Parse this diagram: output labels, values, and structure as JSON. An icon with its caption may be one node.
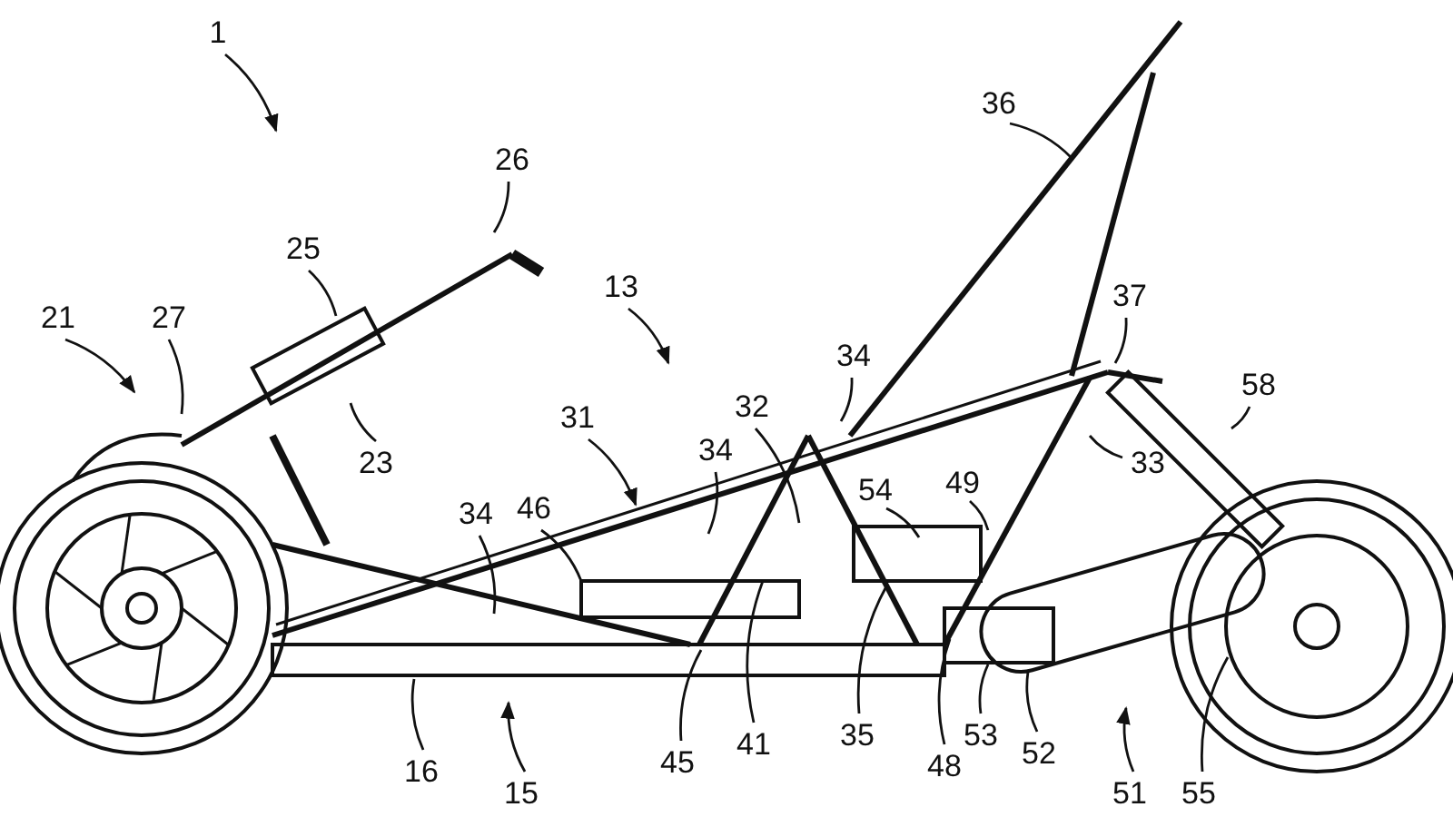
{
  "diagram": {
    "nodes": [
      {
        "text": [
          "1"
        ]
      },
      {
        "text": [
          "36"
        ]
      },
      {
        "text": [
          "26"
        ]
      },
      {
        "text": [
          "25"
        ]
      },
      {
        "text": [
          "37"
        ]
      },
      {
        "text": [
          "13"
        ]
      },
      {
        "text": [
          "21"
        ]
      },
      {
        "text": [
          "27"
        ]
      },
      {
        "text": [
          "34"
        ]
      },
      {
        "text": [
          "58"
        ]
      },
      {
        "text": [
          "32"
        ]
      },
      {
        "text": [
          "31"
        ]
      },
      {
        "text": [
          "34"
        ]
      },
      {
        "text": [
          "23"
        ]
      },
      {
        "text": [
          "33"
        ]
      },
      {
        "text": [
          "54"
        ]
      },
      {
        "text": [
          "49"
        ]
      },
      {
        "text": [
          "46"
        ]
      },
      {
        "text": [
          "34"
        ]
      },
      {
        "text": [
          "35"
        ]
      },
      {
        "text": [
          "53"
        ]
      },
      {
        "text": [
          "41"
        ]
      },
      {
        "text": [
          "52"
        ]
      },
      {
        "text": [
          "45"
        ]
      },
      {
        "text": [
          "48"
        ]
      },
      {
        "text": [
          "16"
        ]
      },
      {
        "text": [
          "15"
        ]
      },
      {
        "text": [
          "51"
        ]
      },
      {
        "text": [
          "55"
        ]
      }
    ],
    "edges": [
      {
        "from": 0,
        "to": null,
        "arrow": "to"
      },
      {
        "from": 1,
        "to": null,
        "arrow": "none"
      },
      {
        "from": 2,
        "to": null,
        "arrow": "none"
      },
      {
        "from": 3,
        "to": null,
        "arrow": "none"
      },
      {
        "from": 4,
        "to": null,
        "arrow": "none"
      },
      {
        "from": 5,
        "to": null,
        "arrow": "to"
      },
      {
        "from": 6,
        "to": null,
        "arrow": "to"
      },
      {
        "from": 7,
        "to": null,
        "arrow": "none"
      },
      {
        "from": 8,
        "to": null,
        "arrow": "none"
      },
      {
        "from": 9,
        "to": null,
        "arrow": "none"
      },
      {
        "from": 10,
        "to": null,
        "arrow": "none"
      },
      {
        "from": 11,
        "to": null,
        "arrow": "to"
      },
      {
        "from": 12,
        "to": null,
        "arrow": "none"
      },
      {
        "from": 13,
        "to": null,
        "arrow": "none"
      },
      {
        "from": 14,
        "to": null,
        "arrow": "none"
      },
      {
        "from": 15,
        "to": null,
        "arrow": "none"
      },
      {
        "from": 16,
        "to": null,
        "arrow": "none"
      },
      {
        "from": 17,
        "to": null,
        "arrow": "none"
      },
      {
        "from": 18,
        "to": null,
        "arrow": "none"
      },
      {
        "from": 19,
        "to": null,
        "arrow": "none"
      },
      {
        "from": 20,
        "to": null,
        "arrow": "none"
      },
      {
        "from": 21,
        "to": null,
        "arrow": "none"
      },
      {
        "from": 22,
        "to": null,
        "arrow": "none"
      },
      {
        "from": 23,
        "to": null,
        "arrow": "none"
      },
      {
        "from": 24,
        "to": null,
        "arrow": "none"
      },
      {
        "from": 25,
        "to": null,
        "arrow": "none"
      },
      {
        "from": 26,
        "to": null,
        "arrow": "to"
      },
      {
        "from": 27,
        "to": null,
        "arrow": "to"
      },
      {
        "from": 28,
        "to": null,
        "arrow": "none"
      }
    ]
  }
}
